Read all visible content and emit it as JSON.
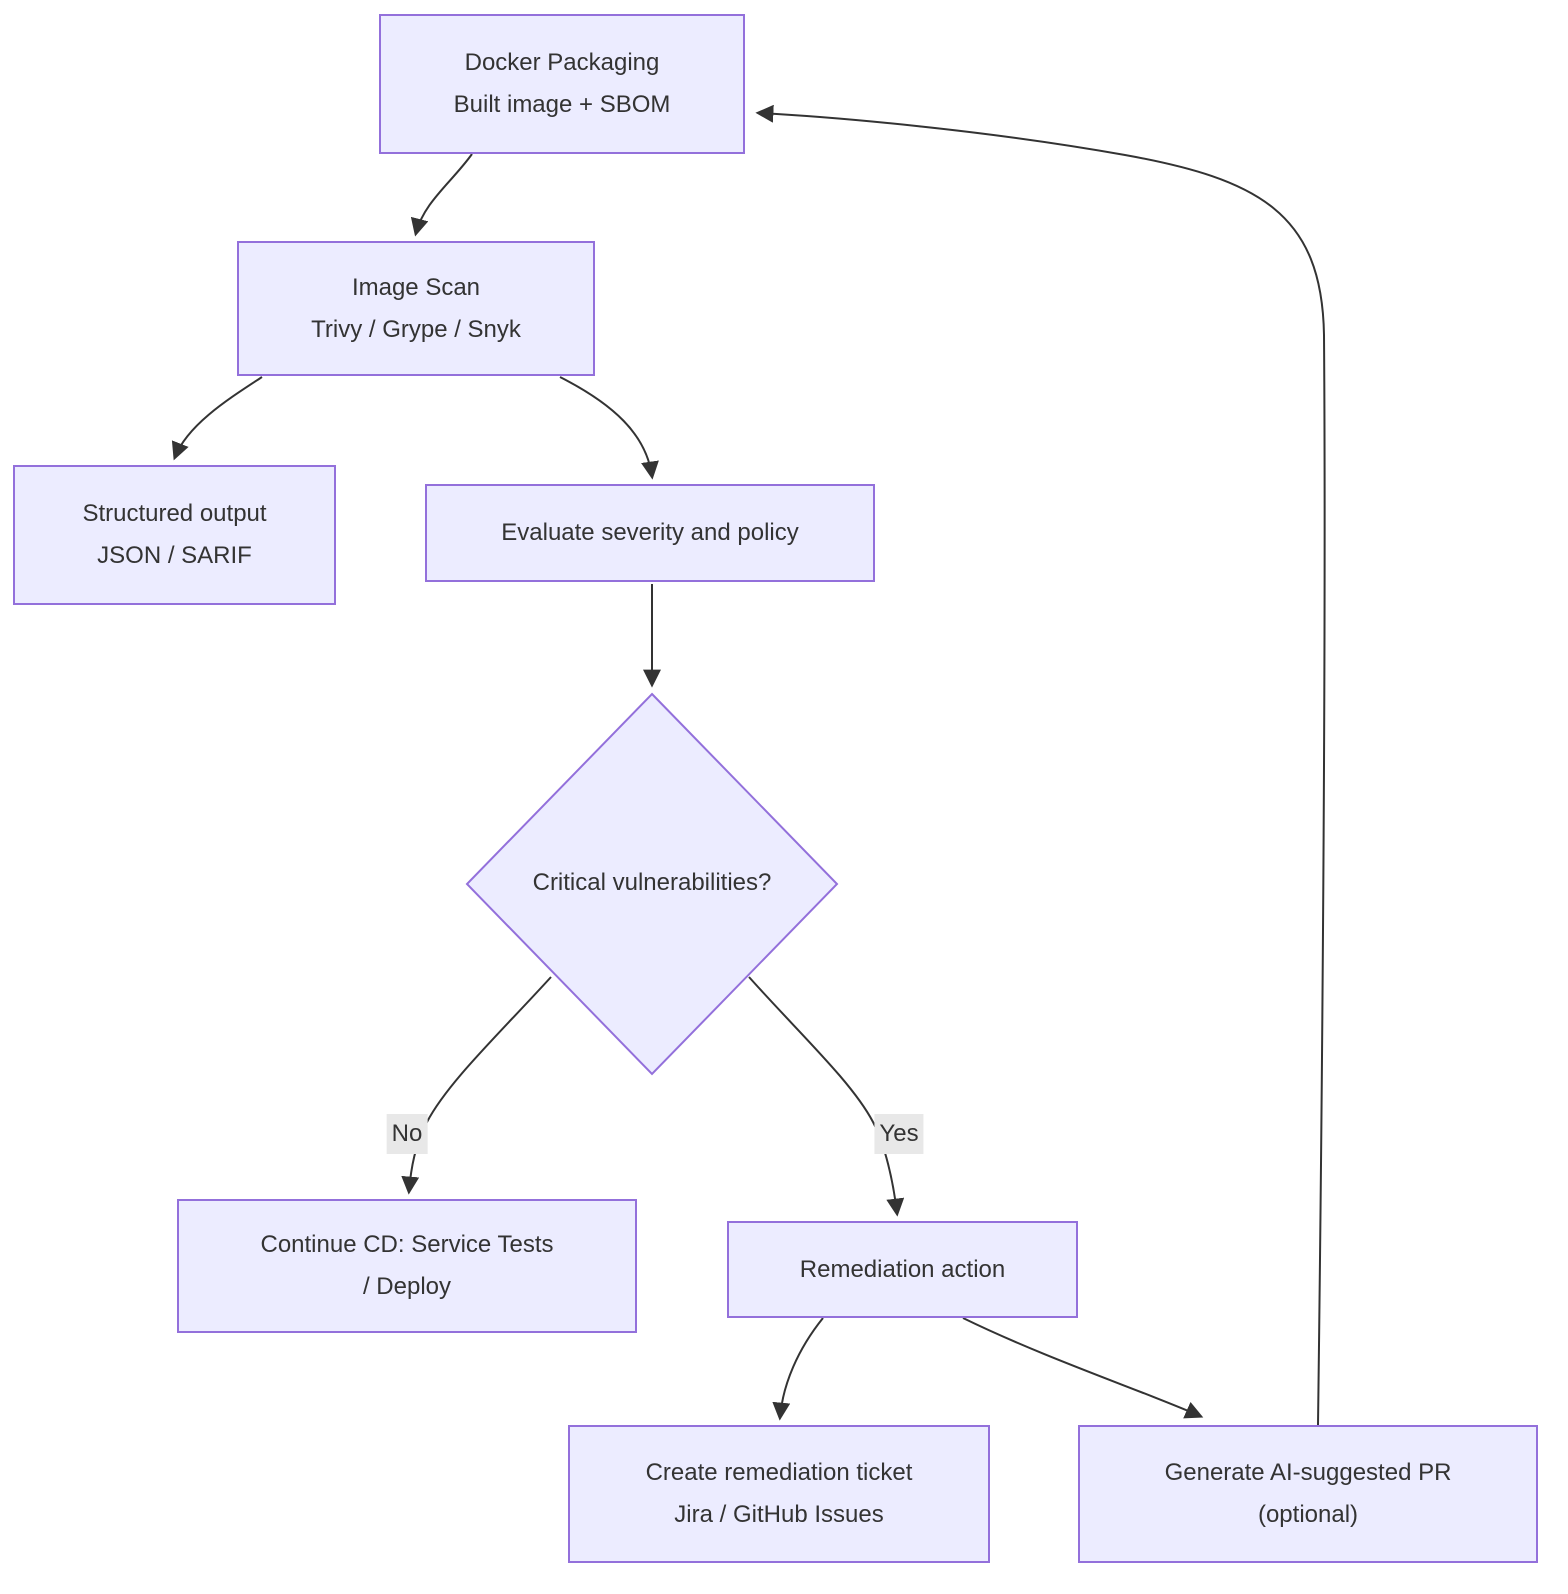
{
  "diagram": {
    "type": "flowchart-top-down",
    "nodes": [
      {
        "id": "docker-packaging",
        "shape": "rect",
        "lines": [
          "Docker Packaging",
          "Built image + SBOM"
        ]
      },
      {
        "id": "image-scan",
        "shape": "rect",
        "lines": [
          "Image Scan",
          "Trivy / Grype / Snyk"
        ]
      },
      {
        "id": "structured-output",
        "shape": "rect",
        "lines": [
          "Structured output",
          "JSON / SARIF"
        ]
      },
      {
        "id": "evaluate-severity",
        "shape": "rect",
        "lines": [
          "Evaluate severity and policy"
        ]
      },
      {
        "id": "critical-vulnerabilities",
        "shape": "diamond",
        "lines": [
          "Critical vulnerabilities?"
        ]
      },
      {
        "id": "continue-cd",
        "shape": "rect",
        "lines": [
          "Continue CD: Service Tests",
          "/ Deploy"
        ]
      },
      {
        "id": "remediation-action",
        "shape": "rect",
        "lines": [
          "Remediation action"
        ]
      },
      {
        "id": "create-ticket",
        "shape": "rect",
        "lines": [
          "Create remediation ticket",
          "Jira / GitHub Issues"
        ]
      },
      {
        "id": "generate-pr",
        "shape": "rect",
        "lines": [
          "Generate AI-suggested PR",
          "(optional)"
        ]
      }
    ],
    "edges": [
      {
        "from": "docker-packaging",
        "to": "image-scan",
        "label": ""
      },
      {
        "from": "image-scan",
        "to": "structured-output",
        "label": ""
      },
      {
        "from": "image-scan",
        "to": "evaluate-severity",
        "label": ""
      },
      {
        "from": "evaluate-severity",
        "to": "critical-vulnerabilities",
        "label": ""
      },
      {
        "from": "critical-vulnerabilities",
        "to": "continue-cd",
        "label": "No"
      },
      {
        "from": "critical-vulnerabilities",
        "to": "remediation-action",
        "label": "Yes"
      },
      {
        "from": "remediation-action",
        "to": "create-ticket",
        "label": ""
      },
      {
        "from": "remediation-action",
        "to": "generate-pr",
        "label": ""
      },
      {
        "from": "generate-pr",
        "to": "docker-packaging",
        "label": ""
      }
    ],
    "edge_labels": {
      "no": "No",
      "yes": "Yes"
    },
    "colors": {
      "node_fill": "#ECECFF",
      "node_border": "#9370DB",
      "edge_line": "#333333",
      "text": "#333333",
      "edge_label_bg": "#e8e8e8",
      "background": "#ffffff"
    }
  }
}
